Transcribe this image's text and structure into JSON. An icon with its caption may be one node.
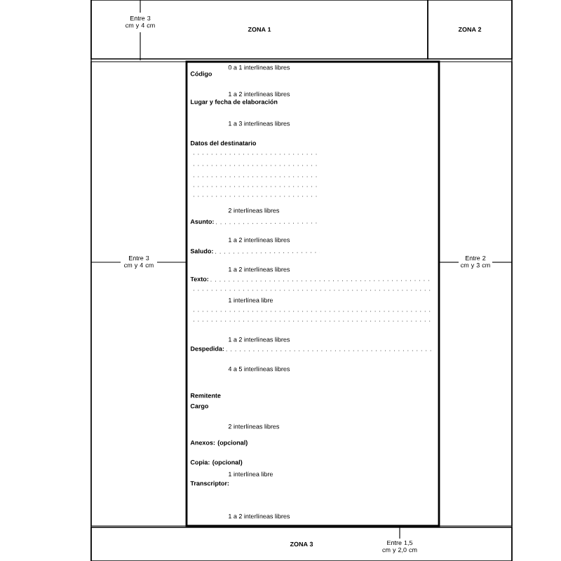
{
  "diagram": {
    "nodes": [
      {
        "text": [
          "ZONA 1"
        ]
      },
      {
        "text": [
          "ZONA 2"
        ]
      },
      {
        "text": [
          "0 a 1 interlíneas libres",
          "Código",
          "1 a 2 interlíneas libres",
          "Lugar y fecha de elaboración",
          "1 a 3 interlíneas libres",
          "Datos del destinatario",
          "2 interlíneas libres",
          "Asunto:",
          "1 a 2 interlíneas libres",
          "Saludo:",
          "1 a 2 interlíneas libres",
          "Texto:",
          "1 interlínea libre",
          "1 a 2 interlíneas libres",
          "Despedida:",
          "4 a 5 interlíneas libres",
          "Remitente",
          "Cargo",
          "2 interlíneas libres",
          "Anexos: (opcional)",
          "Copia: (opcional)",
          "1 interlínea libre",
          "Transcriptor:",
          "1 a 2 interlíneas libres"
        ]
      },
      {
        "text": [
          "ZONA 3"
        ]
      }
    ],
    "labels": [
      "Entre 3 cm y 4 cm",
      "Entre 3 cm y 4 cm",
      "Entre 2 cm y 3 cm",
      "Entre 1,5 cm y 2,0 cm"
    ]
  }
}
